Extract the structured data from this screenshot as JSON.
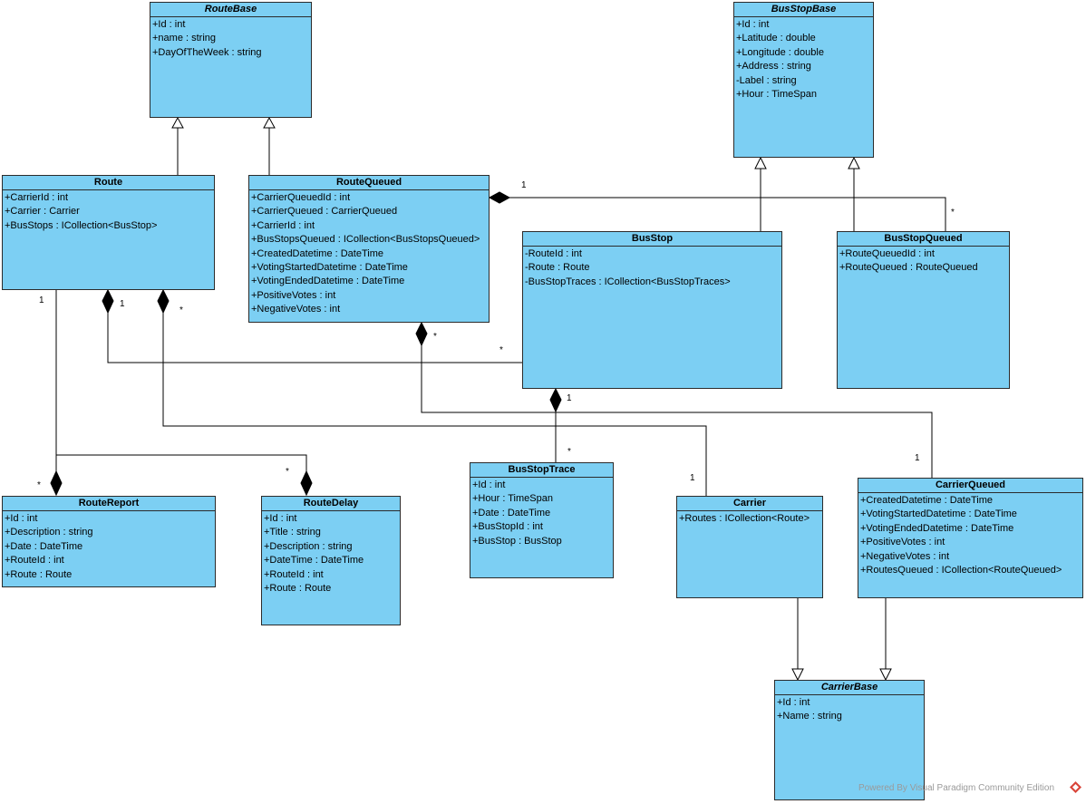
{
  "classes": {
    "RouteBase": {
      "name": "RouteBase",
      "attrs": [
        "+Id : int",
        "+name : string",
        "+DayOfTheWeek : string"
      ]
    },
    "BusStopBase": {
      "name": "BusStopBase",
      "attrs": [
        "+Id : int",
        "+Latitude : double",
        "+Longitude : double",
        "+Address : string",
        "-Label : string",
        "+Hour : TimeSpan"
      ]
    },
    "Route": {
      "name": "Route",
      "attrs": [
        "+CarrierId : int",
        "+Carrier : Carrier",
        "+BusStops : ICollection<BusStop>"
      ]
    },
    "RouteQueued": {
      "name": "RouteQueued",
      "attrs": [
        "+CarrierQueuedId : int",
        "+CarrierQueued : CarrierQueued",
        "+CarrierId : int",
        "+BusStopsQueued : ICollection<BusStopsQueued>",
        "+CreatedDatetime : DateTime",
        "+VotingStartedDatetime : DateTime",
        "+VotingEndedDatetime : DateTime",
        "+PositiveVotes : int",
        "+NegativeVotes : int"
      ]
    },
    "BusStop": {
      "name": "BusStop",
      "attrs": [
        "-RouteId : int",
        "-Route : Route",
        "-BusStopTraces : ICollection<BusStopTraces>"
      ]
    },
    "BusStopQueued": {
      "name": "BusStopQueued",
      "attrs": [
        "+RouteQueuedId : int",
        "+RouteQueued : RouteQueued"
      ]
    },
    "RouteReport": {
      "name": "RouteReport",
      "attrs": [
        "+Id : int",
        "+Description : string",
        "+Date : DateTime",
        "+RouteId : int",
        "+Route : Route"
      ]
    },
    "RouteDelay": {
      "name": "RouteDelay",
      "attrs": [
        "+Id : int",
        "+Title : string",
        "+Description : string",
        "+DateTime : DateTime",
        "+RouteId : int",
        "+Route : Route"
      ]
    },
    "BusStopTrace": {
      "name": "BusStopTrace",
      "attrs": [
        "+Id : int",
        "+Hour : TimeSpan",
        "+Date : DateTime",
        "+BusStopId : int",
        "+BusStop : BusStop"
      ]
    },
    "Carrier": {
      "name": "Carrier",
      "attrs": [
        "+Routes : ICollection<Route>"
      ]
    },
    "CarrierQueued": {
      "name": "CarrierQueued",
      "attrs": [
        "+CreatedDatetime : DateTime",
        "+VotingStartedDatetime : DateTime",
        "+VotingEndedDatetime : DateTime",
        "+PositiveVotes : int",
        "+NegativeVotes : int",
        "+RoutesQueued : ICollection<RouteQueued>"
      ]
    },
    "CarrierBase": {
      "name": "CarrierBase",
      "attrs": [
        "+Id : int",
        "+Name : string"
      ]
    }
  },
  "multiplicities": {
    "rq_bsq_one": "1",
    "rq_bsq_many": "*",
    "route_report_one": "1",
    "route_report_many": "*",
    "route_busstop_one": "1",
    "route_busstop_many": "*",
    "route_delay_many_top": "*",
    "route_delay_many": "*",
    "rq_cq_many": "*",
    "rq_cq_one": "1",
    "busstop_trace_one": "1",
    "busstop_trace_many": "*",
    "carrier_one": "1"
  },
  "watermark": "Powered By  Visual Paradigm Community Edition"
}
